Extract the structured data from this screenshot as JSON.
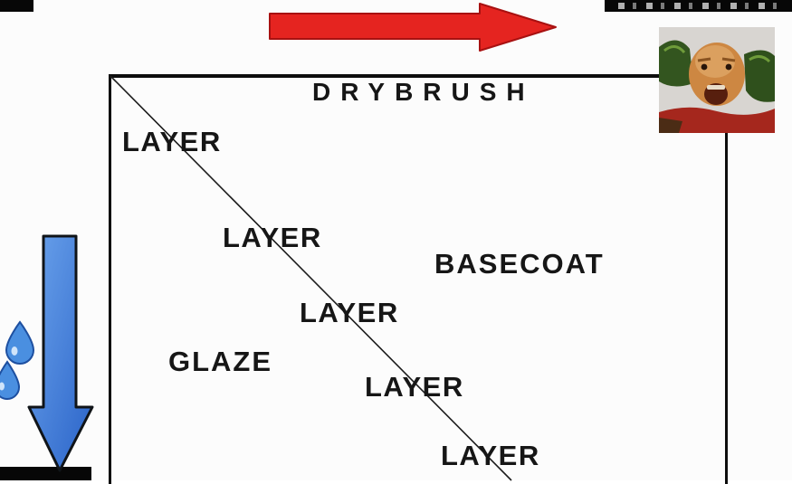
{
  "labels": {
    "drybrush": "DRYBRUSH",
    "basecoat": "BASECOAT",
    "glaze": "GLAZE",
    "layers": [
      "LAYER",
      "LAYER",
      "LAYER",
      "LAYER",
      "LAYER"
    ]
  },
  "icons": {
    "red_arrow": "arrow-right-drybrush-direction",
    "blue_arrow": "arrow-down-water-direction",
    "droplets": "water-droplets",
    "photo": "painted-miniature-face-photo"
  },
  "colors": {
    "red_arrow": "#e52420",
    "red_arrow_outline": "#a81111",
    "blue_arrow": "#3a77d9",
    "blue_arrow_outline": "#101418",
    "droplet": "#4a8fe0",
    "droplet_outline": "#1d4fa0",
    "diagonal_line": "#1c1c1c",
    "text": "#161616",
    "frame_border": "#0d0d0d",
    "background": "#fcfcfc"
  }
}
